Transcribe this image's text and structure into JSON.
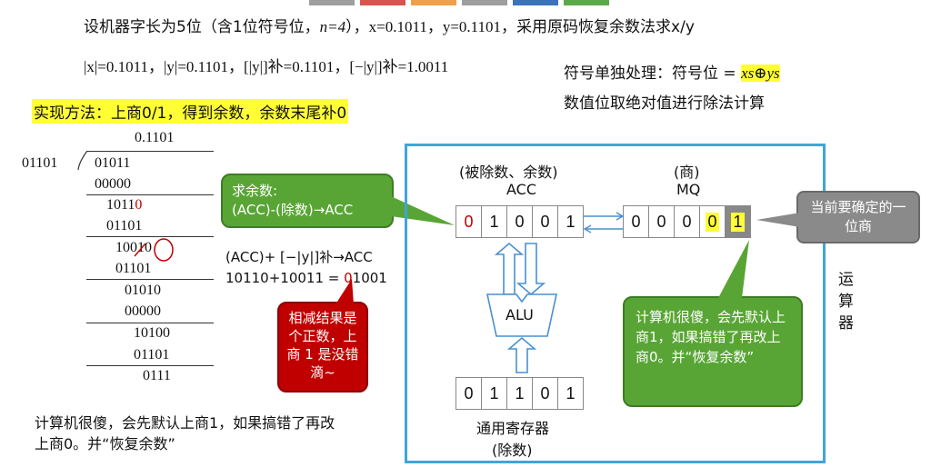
{
  "header": {
    "line1_prefix": "设机器字长为5位（含1位符号位，",
    "line1_n": "n=4",
    "line1_mid": "），",
    "line1_x": "x=0.1011，",
    "line1_y": "y=0.1101，",
    "line1_suffix": "采用原码恢复余数法求x/y",
    "line2": "|x|=0.1011，|y|=0.1101，[|y|]补=0.1101，[−|y|]补=1.0011"
  },
  "sign_note": {
    "line1_prefix": "符号单独处理：符号位 = ",
    "line1_formula": "xs⊕ys",
    "line2": "数值位取绝对值进行除法计算"
  },
  "method": "实现方法：上商0/1，得到余数，余数末尾补0",
  "long_division": {
    "quotient": "0.1101",
    "divisor": "01101",
    "rows": [
      "01011",
      "00000",
      "1011",
      "0",
      "01101",
      "10",
      "0",
      "10",
      "01101",
      "01010",
      "00000",
      "10100",
      "01101",
      "0111"
    ]
  },
  "calc": {
    "line1": "(ACC)+ [−|y|]补→ACC",
    "line2_prefix": "10110+10011 = ",
    "line2_red": "0",
    "line2_suffix": "1001"
  },
  "bubbles": {
    "remainder_title": "求余数:",
    "remainder_formula": "(ACC)-(除数)→ACC",
    "positive_result": "相减结果是个正数，上商 1 是没错滴~",
    "current_quotient": "当前要确定的一位商",
    "default_quotient": "计算机很傻，会先默认上商1，如果搞错了再改上商0。并“恢复余数”"
  },
  "registers": {
    "acc_label1": "(被除数、余数)",
    "acc_label2": "ACC",
    "acc_bits": [
      "0",
      "1",
      "0",
      "0",
      "1"
    ],
    "mq_label1": "(商)",
    "mq_label2": "MQ",
    "mq_bits": [
      "0",
      "0",
      "0",
      "0",
      "1"
    ],
    "alu": "ALU",
    "gpr_bits": [
      "0",
      "1",
      "1",
      "0",
      "1"
    ],
    "gpr_label1": "通用寄存器",
    "gpr_label2": "(除数)",
    "unit_label": "运算器"
  },
  "bottom_note": "计算机很傻，会先默认上商1，如果搞错了再改上商0。并“恢复余数”",
  "colors": {
    "highlight": "#ffff33",
    "green": "#58a535",
    "red": "#c00000",
    "frame": "#41a4d8",
    "arrow": "#4a8fd0"
  }
}
